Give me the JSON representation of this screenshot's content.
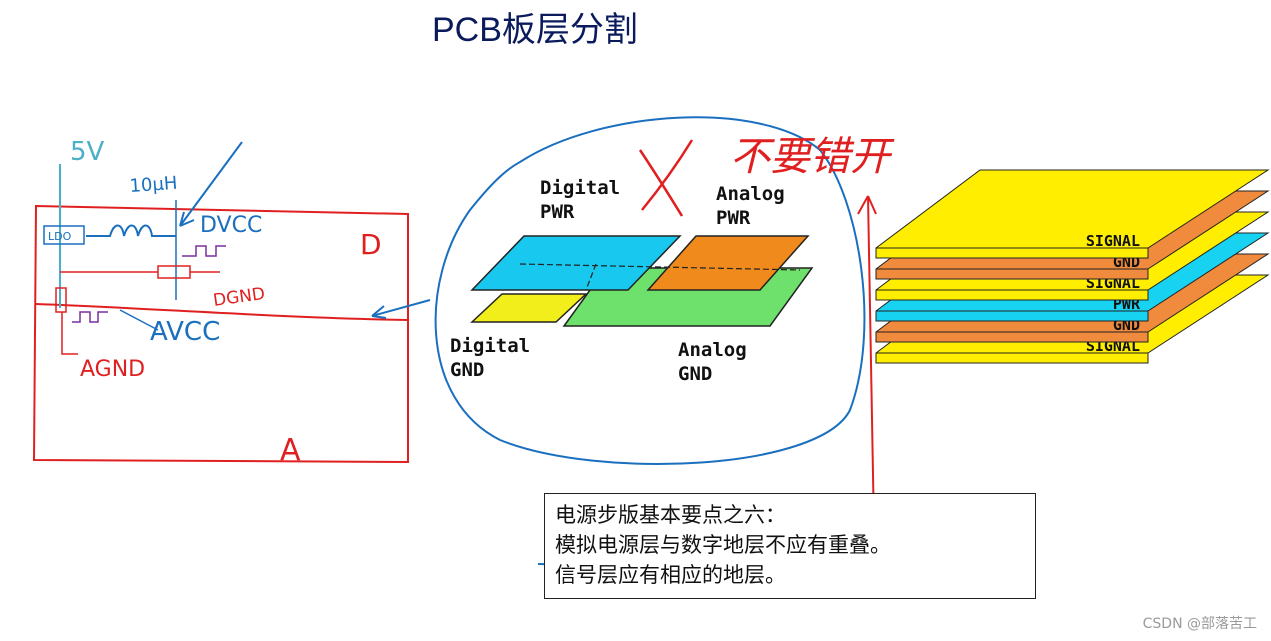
{
  "title": "PCB板层分割",
  "sketch_left": {
    "supply_label": "5V",
    "inductor_label": "10μH",
    "regulator_label": "LDO",
    "digital_supply_label": "DVCC",
    "digital_ground_label": "DGND",
    "analog_supply_label": "AVCC",
    "analog_ground_label": "AGND",
    "digital_region_label": "D",
    "analog_region_label": "A"
  },
  "center_diagram": {
    "digital_pwr_label": [
      "Digital",
      "PWR"
    ],
    "analog_pwr_label": [
      "Analog",
      "PWR"
    ],
    "digital_gnd_label": [
      "Digital",
      "GND"
    ],
    "analog_gnd_label": [
      "Analog",
      "GND"
    ],
    "handwritten_note": "不要错开",
    "colors": {
      "digital_pwr": "#18c8ee",
      "analog_pwr": "#f08a1c",
      "digital_gnd": "#f2ee1c",
      "analog_gnd": "#6ee06c"
    }
  },
  "stackup": {
    "layers": [
      {
        "name": "SIGNAL",
        "color": "#ffee00"
      },
      {
        "name": "GND",
        "color": "#f08a3c"
      },
      {
        "name": "SIGNAL",
        "color": "#ffee00"
      },
      {
        "name": "PWR",
        "color": "#18d2f2"
      },
      {
        "name": "GND",
        "color": "#f08a3c"
      },
      {
        "name": "SIGNAL",
        "color": "#ffee00"
      }
    ]
  },
  "note_box": {
    "line1": "电源步版基本要点之六：",
    "line2": "模拟电源层与数字地层不应有重叠。",
    "line3": "信号层应有相应的地层。"
  },
  "watermark": "CSDN @部落苦工",
  "annotation_colors": {
    "red": "#e02020",
    "blue": "#1a6fbf",
    "purple": "#7a2fa0",
    "teal": "#4ab0c8"
  }
}
